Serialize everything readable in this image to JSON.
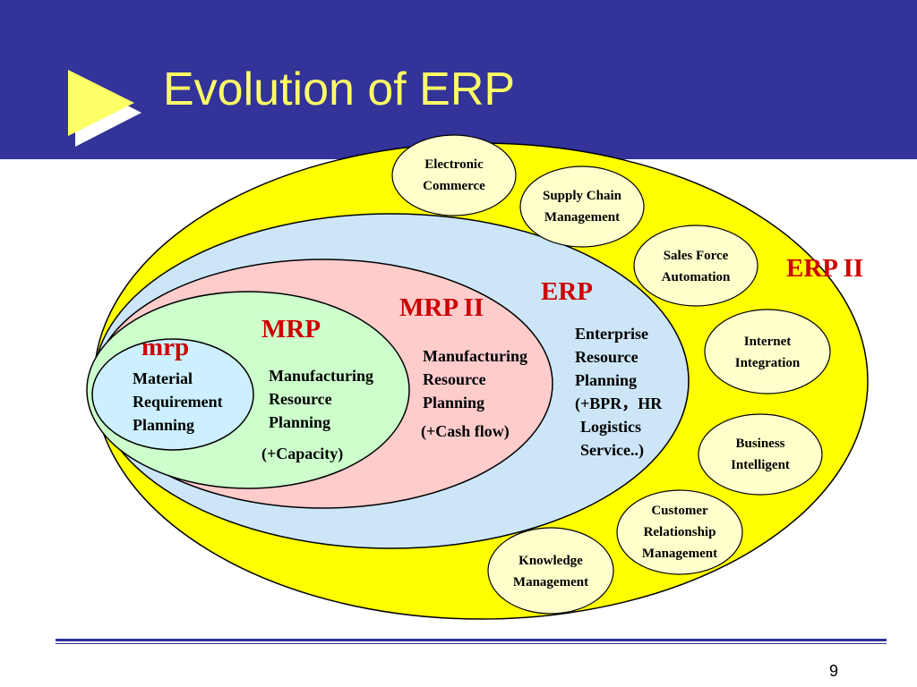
{
  "slide": {
    "title": "Evolution of ERP",
    "page_number": "9"
  },
  "colors": {
    "header_bg": "#333399",
    "title_text": "#ffff66",
    "erp2_fill": "#ffff00",
    "erp_fill": "#cce6f8",
    "mrp2_fill": "#ffcccc",
    "mrp_fill": "#ccffcc",
    "mrp_small_fill": "#ccf0ff",
    "bubble_fill": "#ffffcc",
    "heading_text": "#cc0000"
  },
  "layers": {
    "erp2": {
      "heading": "ERP II"
    },
    "erp": {
      "heading": "ERP",
      "lines": [
        "Enterprise",
        "Resource",
        "Planning",
        "(+BPR，HR",
        "Logistics",
        "Service..)"
      ]
    },
    "mrp2": {
      "heading": "MRP II",
      "lines": [
        "Manufacturing",
        "Resource",
        "Planning"
      ],
      "extra": "(+Cash flow)"
    },
    "mrp": {
      "heading": "MRP",
      "lines": [
        "Manufacturing",
        "Resource",
        "Planning"
      ],
      "extra": "(+Capacity)"
    },
    "mrp_small": {
      "heading": "mrp",
      "lines": [
        "Material",
        "Requirement",
        "Planning"
      ]
    }
  },
  "bubbles": [
    {
      "lines": [
        "Electronic",
        "Commerce"
      ]
    },
    {
      "lines": [
        "Supply Chain",
        "Management"
      ]
    },
    {
      "lines": [
        "Sales Force",
        "Automation"
      ]
    },
    {
      "lines": [
        "Internet",
        "Integration"
      ]
    },
    {
      "lines": [
        "Business",
        "Intelligent"
      ]
    },
    {
      "lines": [
        "Customer",
        "Relationship",
        "Management"
      ]
    },
    {
      "lines": [
        "Knowledge",
        "Management"
      ]
    }
  ]
}
